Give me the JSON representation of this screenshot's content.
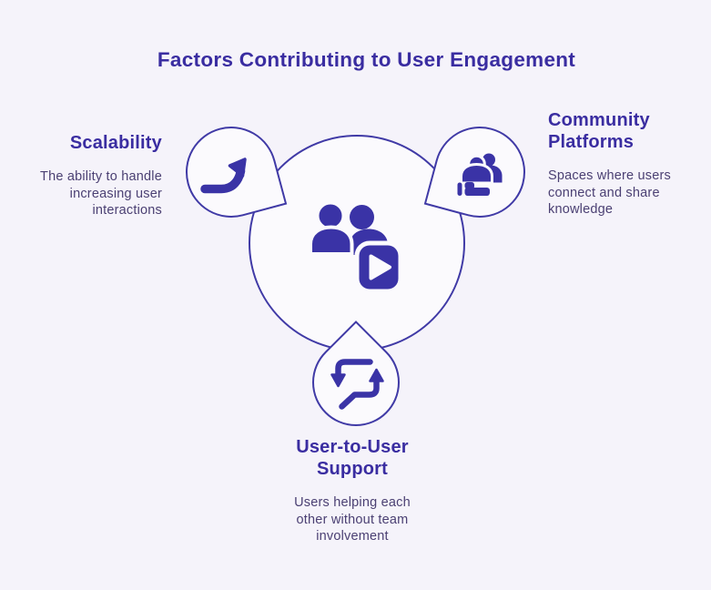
{
  "title": "Factors Contributing to User Engagement",
  "palette": {
    "background": "#f5f3fa",
    "node_fill": "#fbfafd",
    "outline": "#403aa6",
    "heading": "#3a2da1",
    "icon": "#3a33a6",
    "body_text": "#4b4073"
  },
  "center": {
    "icon": "users-video-icon"
  },
  "nodes": [
    {
      "id": "scalability",
      "title": "Scalability",
      "description": "The ability to handle increasing user interactions",
      "icon": "growth-arrow-icon"
    },
    {
      "id": "community-platforms",
      "title": "Community Platforms",
      "description": "Spaces where users connect and share knowledge",
      "icon": "community-people-icon"
    },
    {
      "id": "user-to-user-support",
      "title": "User-to-User Support",
      "description": "Users helping each other without team involvement",
      "icon": "chat-exchange-icon"
    }
  ]
}
